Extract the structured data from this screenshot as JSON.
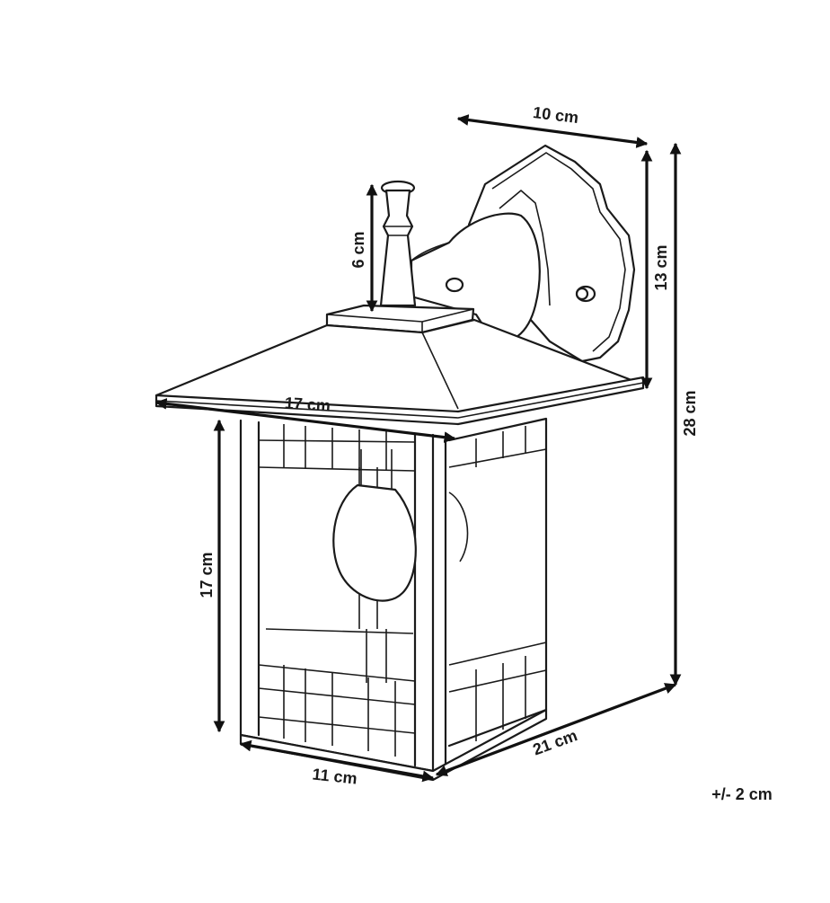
{
  "diagram": {
    "dimensions": {
      "bracket_depth": "10 cm",
      "bracket_height": "13 cm",
      "total_height": "28 cm",
      "finial_height": "6 cm",
      "roof_width": "17 cm",
      "body_height": "17 cm",
      "base_width": "11 cm",
      "base_depth": "21 cm"
    },
    "tolerance": "+/- 2 cm"
  }
}
